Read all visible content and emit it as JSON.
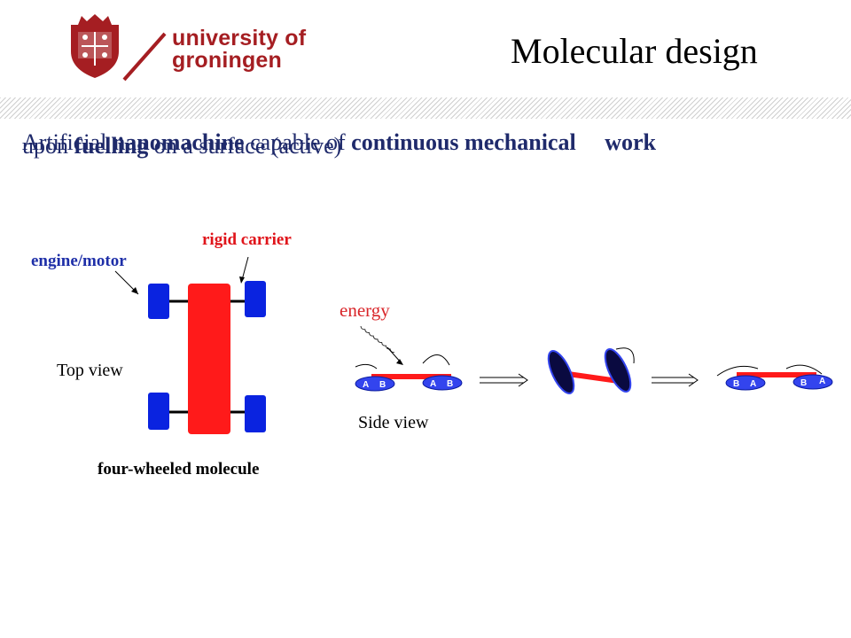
{
  "logo": {
    "line1": "university of",
    "line2": "groningen"
  },
  "slide": {
    "title": "Molecular design",
    "subtitle": {
      "t1": "Artificial ",
      "b1": "nanomachine",
      "t2": " capable of ",
      "b2": "continuous mechanical",
      "t3": "     ",
      "b3": "work",
      "t4": "upon ",
      "b4": "fuelling",
      "t5": " on a surface (active)"
    }
  },
  "diagram": {
    "engine_label": "engine/motor",
    "carrier_label": "rigid carrier",
    "top_view": "Top view",
    "side_view": "Side view",
    "energy": "energy",
    "caption": "four-wheeled molecule",
    "wheel_labels": {
      "a": "A",
      "b": "B"
    }
  },
  "colors": {
    "brand_red": "#a51e22",
    "motor_blue": "#0a23e0",
    "carrier_red": "#ff1a1a",
    "text_blue": "#1f2a6b"
  }
}
